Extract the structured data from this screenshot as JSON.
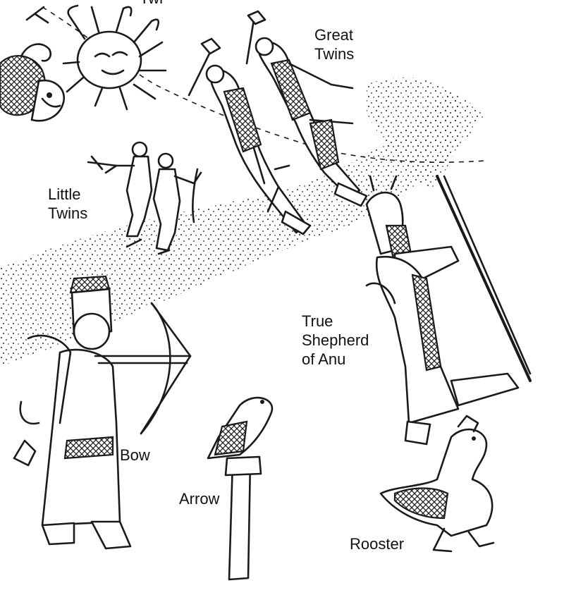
{
  "figure": {
    "labels": {
      "top_partial": "Twi",
      "great_twins": [
        "Great",
        "Twins"
      ],
      "little_twins": [
        "Little",
        "Twins"
      ],
      "true_shepherd": [
        "True",
        "Shepherd",
        "of Anu"
      ],
      "bow": "Bow",
      "arrow": "Arrow",
      "rooster": "Rooster"
    }
  }
}
